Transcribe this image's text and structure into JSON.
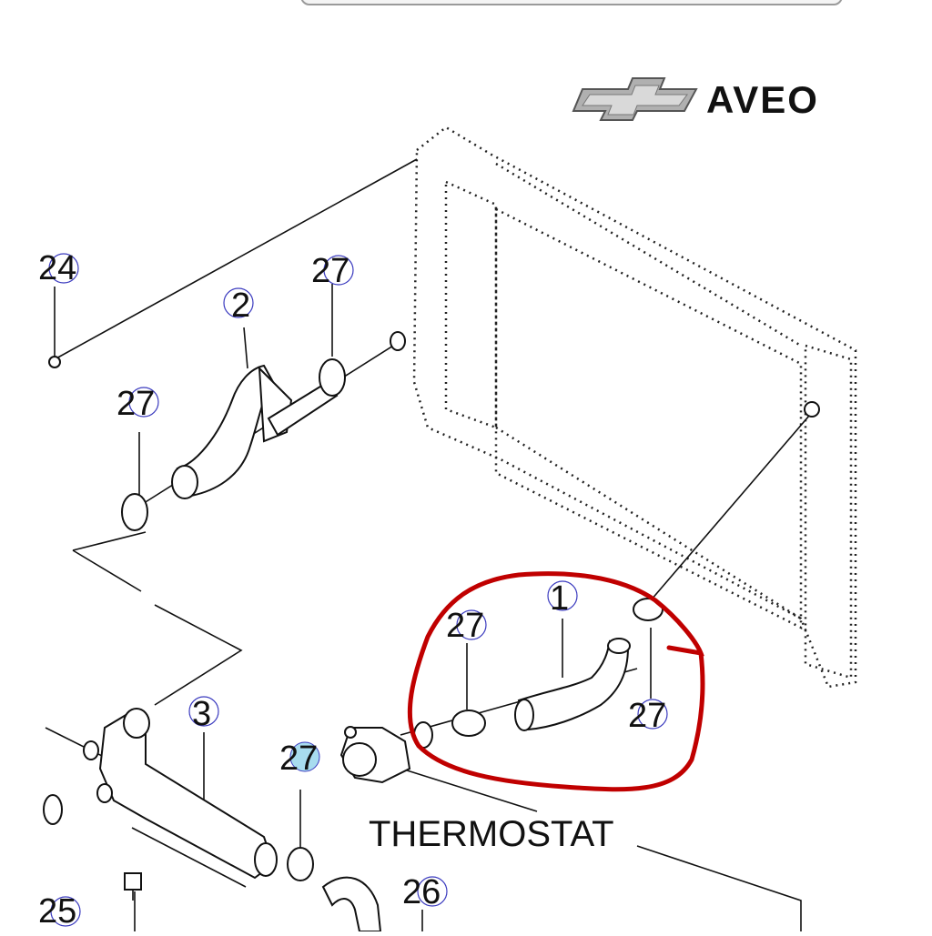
{
  "brand": {
    "name": "AVEO",
    "logo": "chevrolet-bowtie"
  },
  "parts": {
    "p1": "1",
    "p2": "2",
    "p3": "3",
    "p24": "24",
    "p25": "25",
    "p26": "26",
    "p27": "27",
    "thermostat": "THERMOSTAT"
  },
  "colors": {
    "highlight": "#c00000",
    "ring": "#3b3bbf",
    "lines": "#111111"
  }
}
